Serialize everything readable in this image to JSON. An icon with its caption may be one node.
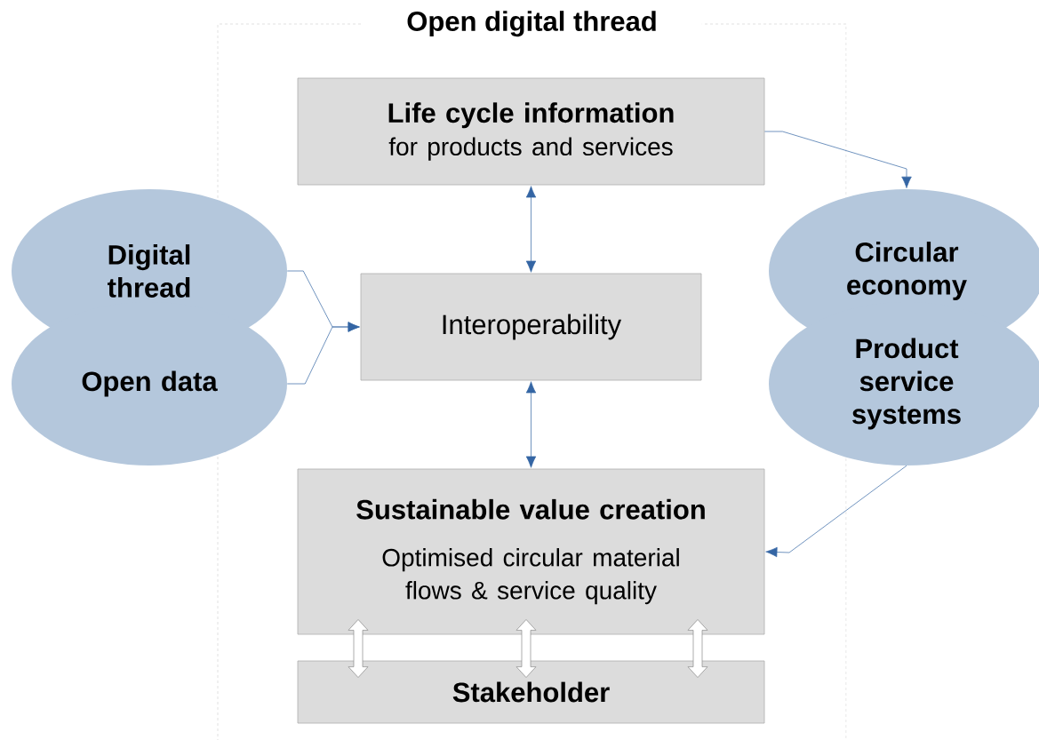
{
  "diagram": {
    "nodes": [
      {
        "text": [
          "Open digital thread"
        ]
      },
      {
        "text": [
          "Life cycle information",
          "for products and services"
        ],
        "in": 0
      },
      {
        "text": [
          "Digital thread"
        ]
      },
      {
        "text": [
          "Open data"
        ]
      },
      {
        "text": [
          "Interoperability"
        ],
        "in": 0
      },
      {
        "text": [
          "Circular economy"
        ]
      },
      {
        "text": [
          "Product service systems"
        ]
      },
      {
        "text": [
          "Sustainable value creation",
          "Optimised circular material flows & service quality"
        ],
        "in": 0
      },
      {
        "text": [
          "Stakeholder"
        ],
        "in": 0
      }
    ],
    "edges": [
      {
        "from": 1,
        "to": 4,
        "arrow": "both"
      },
      {
        "from": 4,
        "to": 7,
        "arrow": "both"
      },
      {
        "from": 2,
        "to": 4,
        "arrow": "to"
      },
      {
        "from": 3,
        "to": 4,
        "arrow": "to"
      },
      {
        "from": 1,
        "to": 5,
        "arrow": "to"
      },
      {
        "from": 6,
        "to": 7,
        "arrow": "to"
      },
      {
        "from": 7,
        "to": 8,
        "arrow": "both",
        "style": "thick"
      },
      {
        "from": 7,
        "to": 8,
        "arrow": "both",
        "style": "thick"
      },
      {
        "from": 7,
        "to": 8,
        "arrow": "both",
        "style": "thick"
      }
    ]
  }
}
